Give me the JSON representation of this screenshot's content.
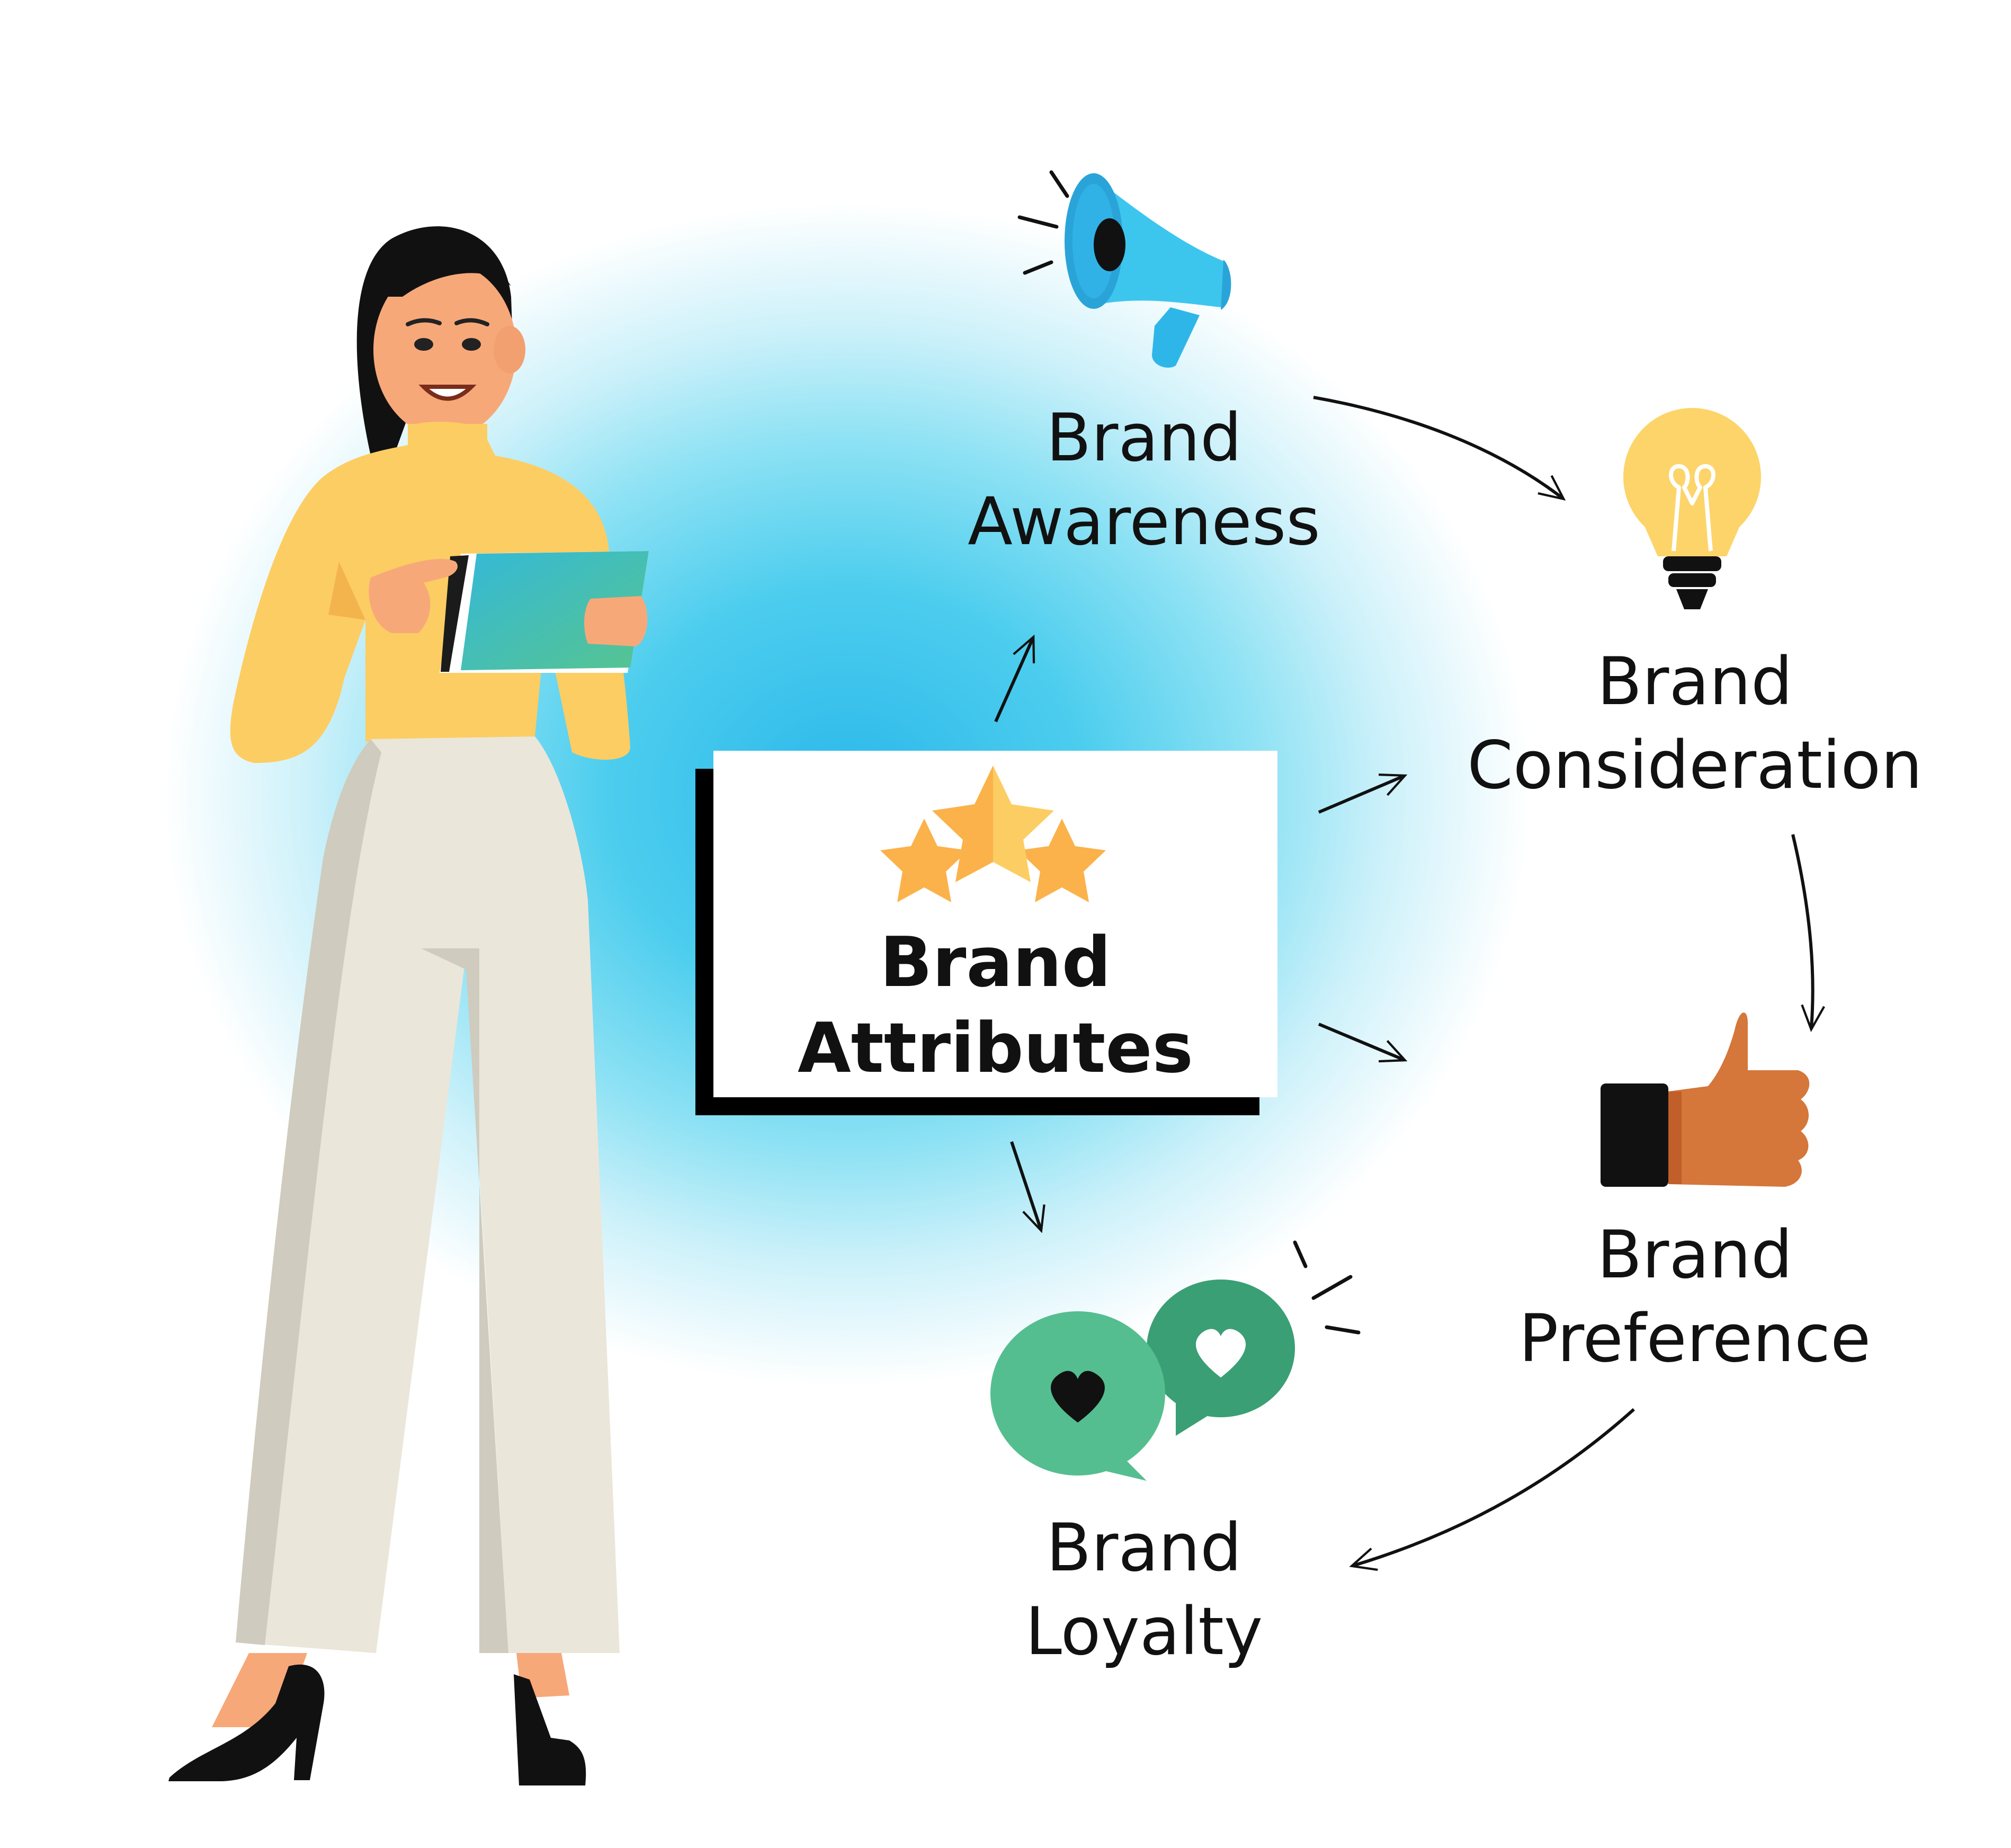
{
  "center": {
    "line1": "Brand",
    "line2": "Attributes"
  },
  "nodes": {
    "awareness": {
      "line1": "Brand",
      "line2": "Awareness"
    },
    "consideration": {
      "line1": "Brand",
      "line2": "Consideration"
    },
    "preference": {
      "line1": "Brand",
      "line2": "Preference"
    },
    "loyalty": {
      "line1": "Brand",
      "line2": "Loyalty"
    }
  },
  "icons": [
    "megaphone-icon",
    "lightbulb-icon",
    "thumbs-up-icon",
    "heart-chat-bubbles-icon",
    "stars-icon"
  ],
  "colors": {
    "background_glow": "#2cb8ea",
    "sweater": "#fccd62",
    "trousers": "#ebe6da",
    "skin": "#f7a879",
    "hair": "#111111",
    "tablet": "#3fc0b0",
    "megaphone": "#2fb6e8",
    "bulb": "#fcd469",
    "thumb": "#d5763a",
    "bubbles": "#4bb68a",
    "stars": "#fbb24a"
  }
}
